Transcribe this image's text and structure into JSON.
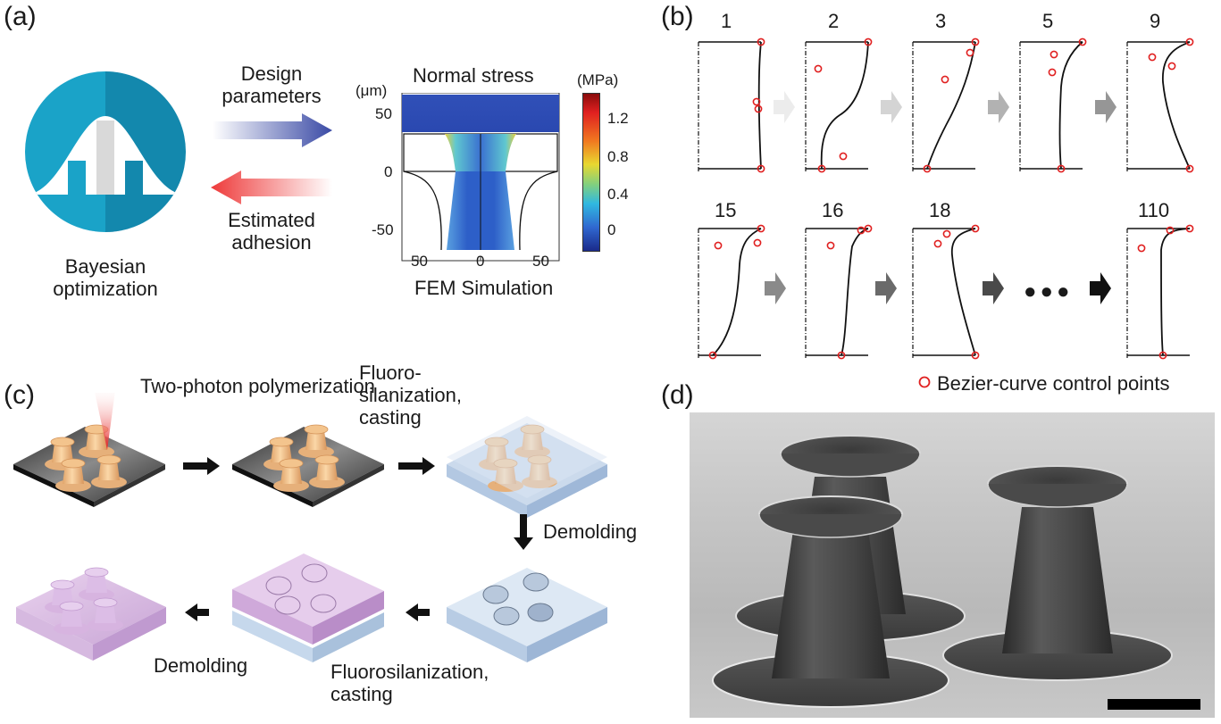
{
  "panel_a": {
    "label": "(a)",
    "optimizer_title": "Bayesian optimization",
    "arrow_forward": "Design parameters",
    "arrow_back": "Estimated adhesion",
    "plot_title": "Normal stress",
    "y_unit": "(μm)",
    "y_ticks": [
      "50",
      "0",
      "-50"
    ],
    "x_ticks": [
      "50",
      "0",
      "50"
    ],
    "colorbar_unit": "(MPa)",
    "colorbar_ticks": [
      "1.2",
      "0.8",
      "0.4",
      "0"
    ],
    "plot_caption": "FEM Simulation"
  },
  "panel_b": {
    "label": "(b)",
    "iterations_row1": [
      "1",
      "2",
      "3",
      "5",
      "9"
    ],
    "iterations_row2": [
      "15",
      "16",
      "18",
      "110"
    ],
    "ellipsis": "●●●",
    "legend": "Bezier-curve control points"
  },
  "panel_c": {
    "label": "(c)",
    "step1": "Two-photon polymerization",
    "step2": "Fluoro- silanization, casting",
    "step3": "Demolding",
    "step4": "Fluorosilanization, casting",
    "step5": "Demolding"
  },
  "panel_d": {
    "label": "(d)"
  },
  "colors": {
    "blue_arrow": "#3a4aa5",
    "red_arrow": "#ee3a3a",
    "control_point": "#e02020",
    "bayes_teal": "#1aa3c8"
  }
}
